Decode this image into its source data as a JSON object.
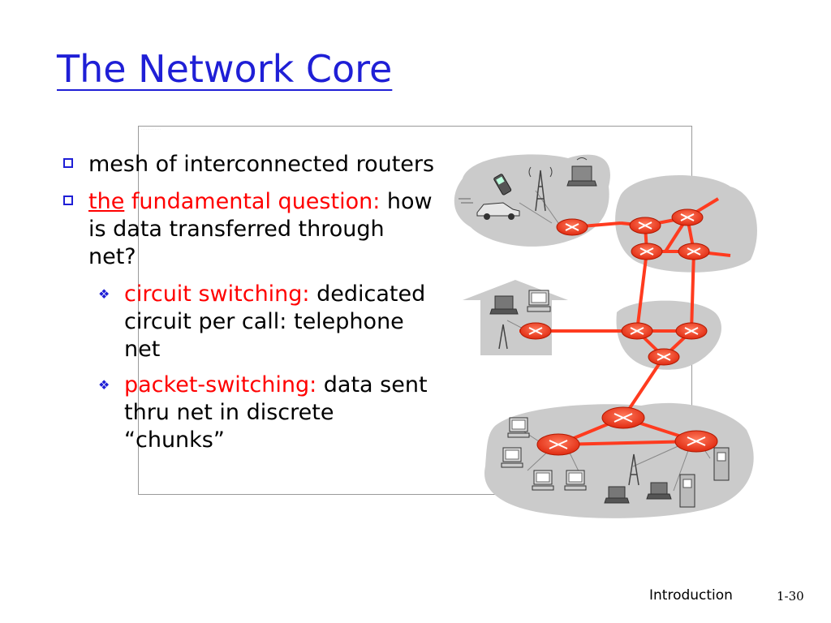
{
  "slide": {
    "title": "The Network Core",
    "bullets": [
      {
        "text": "mesh of interconnected routers"
      },
      {
        "prefix_underlined": "the",
        "prefix_rest": " fundamental question:",
        "text": " how is data transferred through net?"
      }
    ],
    "sub_bullets": [
      {
        "red": "circuit switching:",
        "text": " dedicated circuit per call: telephone net"
      },
      {
        "red": "packet-switching:",
        "text": " data sent thru net in discrete “chunks”"
      }
    ],
    "footer": {
      "label": "Introduction",
      "page": "1-30"
    }
  },
  "colors": {
    "title": "#1f1fd6",
    "emphasis": "#ff0000",
    "router": "#ff3b1f",
    "link": "#ff3b1f",
    "cloud": "#c8c8c8"
  },
  "icons": [
    "square-bullet-icon",
    "diamond-bullet-icon",
    "router-icon",
    "computer-icon",
    "laptop-icon",
    "cell-tower-icon",
    "cellphone-icon",
    "car-icon",
    "server-icon",
    "house-icon"
  ]
}
